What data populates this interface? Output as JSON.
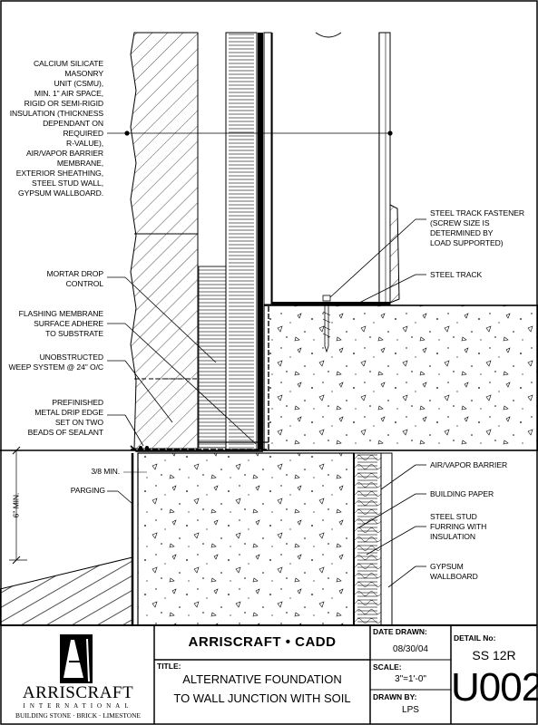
{
  "labels": {
    "csmu": "CALCIUM SILICATE MASONRY\nUNIT (CSMU),\nMIN. 1\" AIR SPACE,\nRIGID OR SEMI-RIGID\nINSULATION (THICKNESS\nDEPENDANT ON REQUIRED\nR-VALUE),\nAIR/VAPOR BARRIER\nMEMBRANE,\nEXTERIOR SHEATHING,\nSTEEL STUD WALL,\nGYPSUM WALLBOARD.",
    "mortar_drop": "MORTAR DROP\nCONTROL",
    "flashing": "FLASHING MEMBRANE\nSURFACE ADHERE\nTO SUBSTRATE",
    "weep": "UNOBSTRUCTED\nWEEP SYSTEM @ 24\" O/C",
    "drip_edge": "PREFINISHED\nMETAL DRIP EDGE\nSET ON TWO\nBEADS OF SEALANT",
    "three_eighths": "3/8 MIN.",
    "parging": "PARGING",
    "six_min": "6\" MIN.",
    "track_fastener": "STEEL TRACK FASTENER\n(SCREW SIZE IS\nDETERMINED BY\nLOAD SUPPORTED)",
    "steel_track": "STEEL TRACK",
    "air_vapor": "AIR/VAPOR BARRIER",
    "building_paper": "BUILDING PAPER",
    "furring": "STEEL STUD\nFURRING WITH\nINSULATION",
    "gypsum": "GYPSUM\nWALLBOARD"
  },
  "title_block": {
    "company_header": "ARRISCRAFT • CADD",
    "logo_name": "ARRISCRAFT",
    "logo_sub": "INTERNATIONAL",
    "logo_tagline": "BUILDING STONE · BRICK · LIMESTONE",
    "title_label": "TITLE:",
    "title_line1": "ALTERNATIVE FOUNDATION",
    "title_line2": "TO WALL JUNCTION WITH SOIL",
    "date_label": "DATE DRAWN:",
    "date_value": "08/30/04",
    "scale_label": "SCALE:",
    "scale_value": "3\"=1'-0\"",
    "drawn_label": "DRAWN BY:",
    "drawn_value": "LPS",
    "detail_label": "DETAIL No:",
    "detail_code": "SS 12R",
    "detail_number": "U002"
  }
}
